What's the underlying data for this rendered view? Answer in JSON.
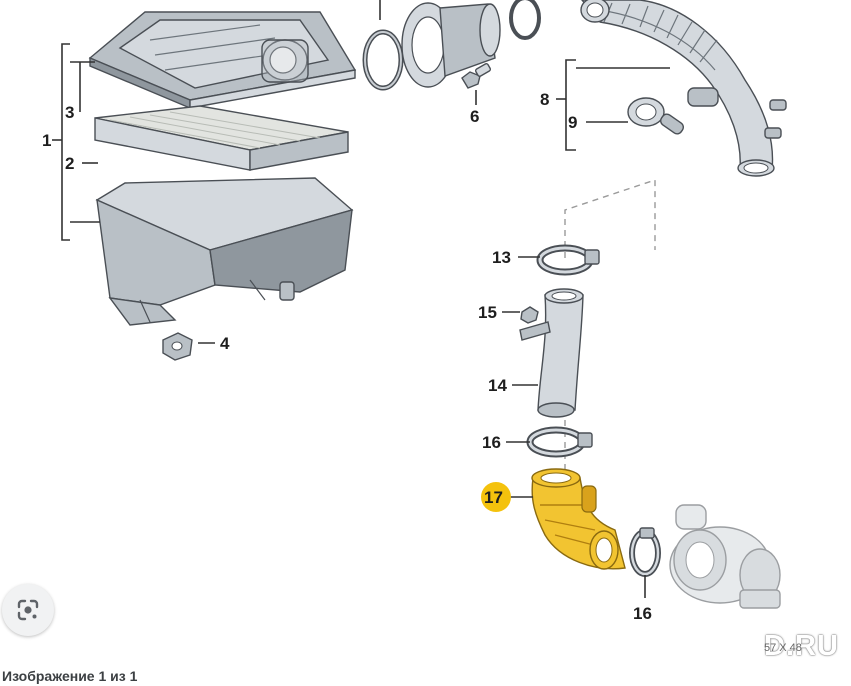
{
  "diagram": {
    "callouts": {
      "c1": "1",
      "c2": "2",
      "c3": "3",
      "c4": "4",
      "c6": "6",
      "c8": "8",
      "c9": "9",
      "c13": "13",
      "c14": "14",
      "c15": "15",
      "c16": "16",
      "c17": "17",
      "c16b": "16"
    },
    "highlight_color": "#f2c431",
    "callout_badge_color": "#f4c20d"
  },
  "viewer": {
    "image_counter": "Изображение 1 из 1",
    "lens_icon": "google-lens-icon",
    "watermark": "D.RU",
    "image_code": "57 X 48"
  }
}
